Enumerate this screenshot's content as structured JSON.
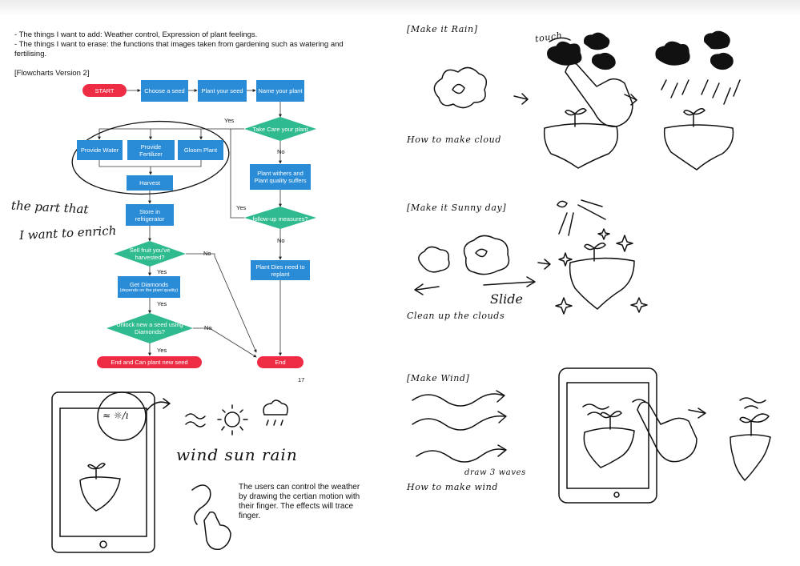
{
  "notes": {
    "line1": "- The things I want to add: Weather control, Expression of plant feelings.",
    "line2": "- The things I want to erase: the functions that images taken from gardening such as watering and fertilising.",
    "version": "[Flowcharts Version 2]"
  },
  "flowchart": {
    "start": "START",
    "choose_seed": "Choose a seed",
    "plant_seed": "Plant your seed",
    "name_plant": "Name your plant",
    "take_care": "Take Care your plant",
    "provide_water": "Provide Water",
    "provide_fertilizer": "Provide Fertilizer",
    "gloom_plant": "Gloom Plant",
    "harvest": "Harvest",
    "store_fridge": "Store in refrigerator",
    "sell_fruit": "Sell fruit you've harvested?",
    "get_diamonds": "Get Diamonds",
    "get_diamonds_sub": "(depends on the plant quality)",
    "unlock_seed": "Unlock new a seed using Diamonds?",
    "end_plant_new": "End and Can plant new seed",
    "withers": "Plant withers and Plant quality suffers",
    "followup": "follow-up measures?",
    "plant_dies": "Plant Dies need to replant",
    "end": "End",
    "label_yes": "Yes",
    "label_no": "No",
    "page_number": "17"
  },
  "annotations": {
    "enrich_line1": "the part that",
    "enrich_line2": "I want to enrich",
    "weather_icons": "wind sun rain",
    "weather_description": "The users can control the weather by drawing the certian motion with their finger. The effects will trace finger.",
    "phone_symbols": "≈ ☼/ı"
  },
  "sketches": {
    "rain_title": "[Make it Rain]",
    "rain_touch": "touch",
    "rain_caption": "How to make cloud",
    "sunny_title": "[Make it Sunny day]",
    "sunny_slide": "Slide",
    "sunny_caption": "Clean up the clouds",
    "wind_title": "[Make Wind]",
    "wind_draw": "draw 3 waves",
    "wind_caption": "How to make wind"
  },
  "colors": {
    "flow_box": "#2a8bd6",
    "flow_decision": "#2fba8f",
    "flow_terminal": "#ee2d45"
  }
}
